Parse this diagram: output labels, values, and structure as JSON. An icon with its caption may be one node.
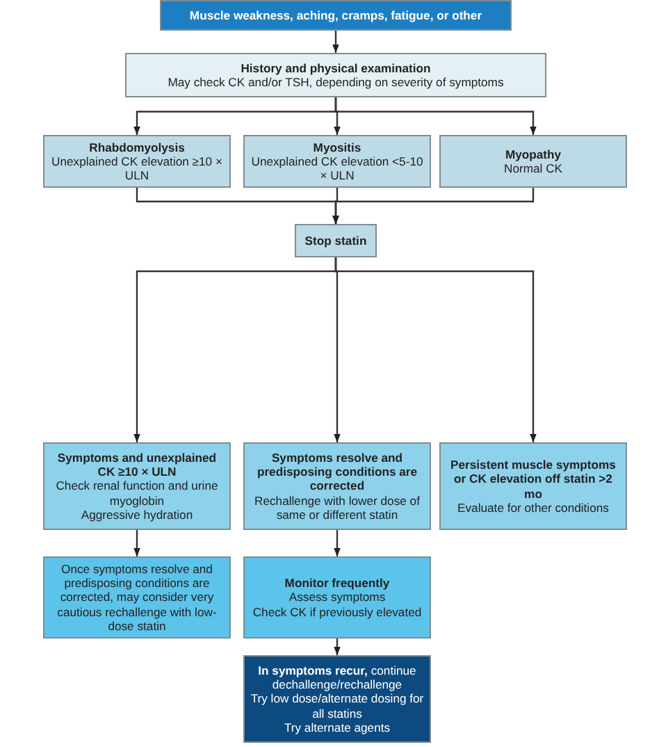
{
  "diagram": {
    "nodes": [
      {
        "text": [
          "Muscle weakness, aching, cramps, fatigue, or other"
        ]
      },
      {
        "text": [
          "History and physical examination",
          "May check CK and/or TSH, depending on severity of symptoms"
        ]
      },
      {
        "text": [
          "Rhabdomyolysis",
          "Unexplained CK elevation ≥10 × ULN"
        ]
      },
      {
        "text": [
          "Myositis",
          "Unexplained CK elevation <5-10 × ULN"
        ]
      },
      {
        "text": [
          "Myopathy",
          "Normal CK"
        ]
      },
      {
        "text": [
          "Stop statin"
        ]
      },
      {
        "text": [
          "Symptoms and unexplained CK ≥10 × ULN",
          "Check renal function and urine myoglobin",
          "Aggressive hydration"
        ]
      },
      {
        "text": [
          "Symptoms resolve and predisposing conditions are corrected",
          "Rechallenge with lower dose of same or different statin"
        ]
      },
      {
        "text": [
          "Persistent muscle symptoms or CK elevation off statin >2 mo",
          "Evaluate for other conditions"
        ]
      },
      {
        "text": [
          "Once symptoms resolve and predisposing conditions are corrected, may consider very cautious rechallenge with low-dose statin"
        ]
      },
      {
        "text": [
          "Monitor frequently",
          "Assess symptoms",
          "Check CK if previously elevated"
        ]
      },
      {
        "text": [
          "**In symptoms recur,** continue dechallenge/rechallenge",
          "Try low dose/alternate dosing for all statins",
          "Try alternate agents"
        ]
      }
    ],
    "edges": [
      {
        "from": 0,
        "to": 1,
        "arrow": "to"
      },
      {
        "from": 1,
        "to": 2,
        "arrow": "to"
      },
      {
        "from": 1,
        "to": 3,
        "arrow": "to"
      },
      {
        "from": 1,
        "to": 4,
        "arrow": "to"
      },
      {
        "from": 2,
        "to": 5,
        "arrow": "to"
      },
      {
        "from": 3,
        "to": 5,
        "arrow": "to"
      },
      {
        "from": 4,
        "to": 5,
        "arrow": "to"
      },
      {
        "from": 5,
        "to": 6,
        "arrow": "to"
      },
      {
        "from": 5,
        "to": 7,
        "arrow": "to"
      },
      {
        "from": 5,
        "to": 8,
        "arrow": "to"
      },
      {
        "from": 6,
        "to": 9,
        "arrow": "to"
      },
      {
        "from": 7,
        "to": 10,
        "arrow": "to"
      },
      {
        "from": 10,
        "to": 11,
        "arrow": "to"
      }
    ]
  }
}
